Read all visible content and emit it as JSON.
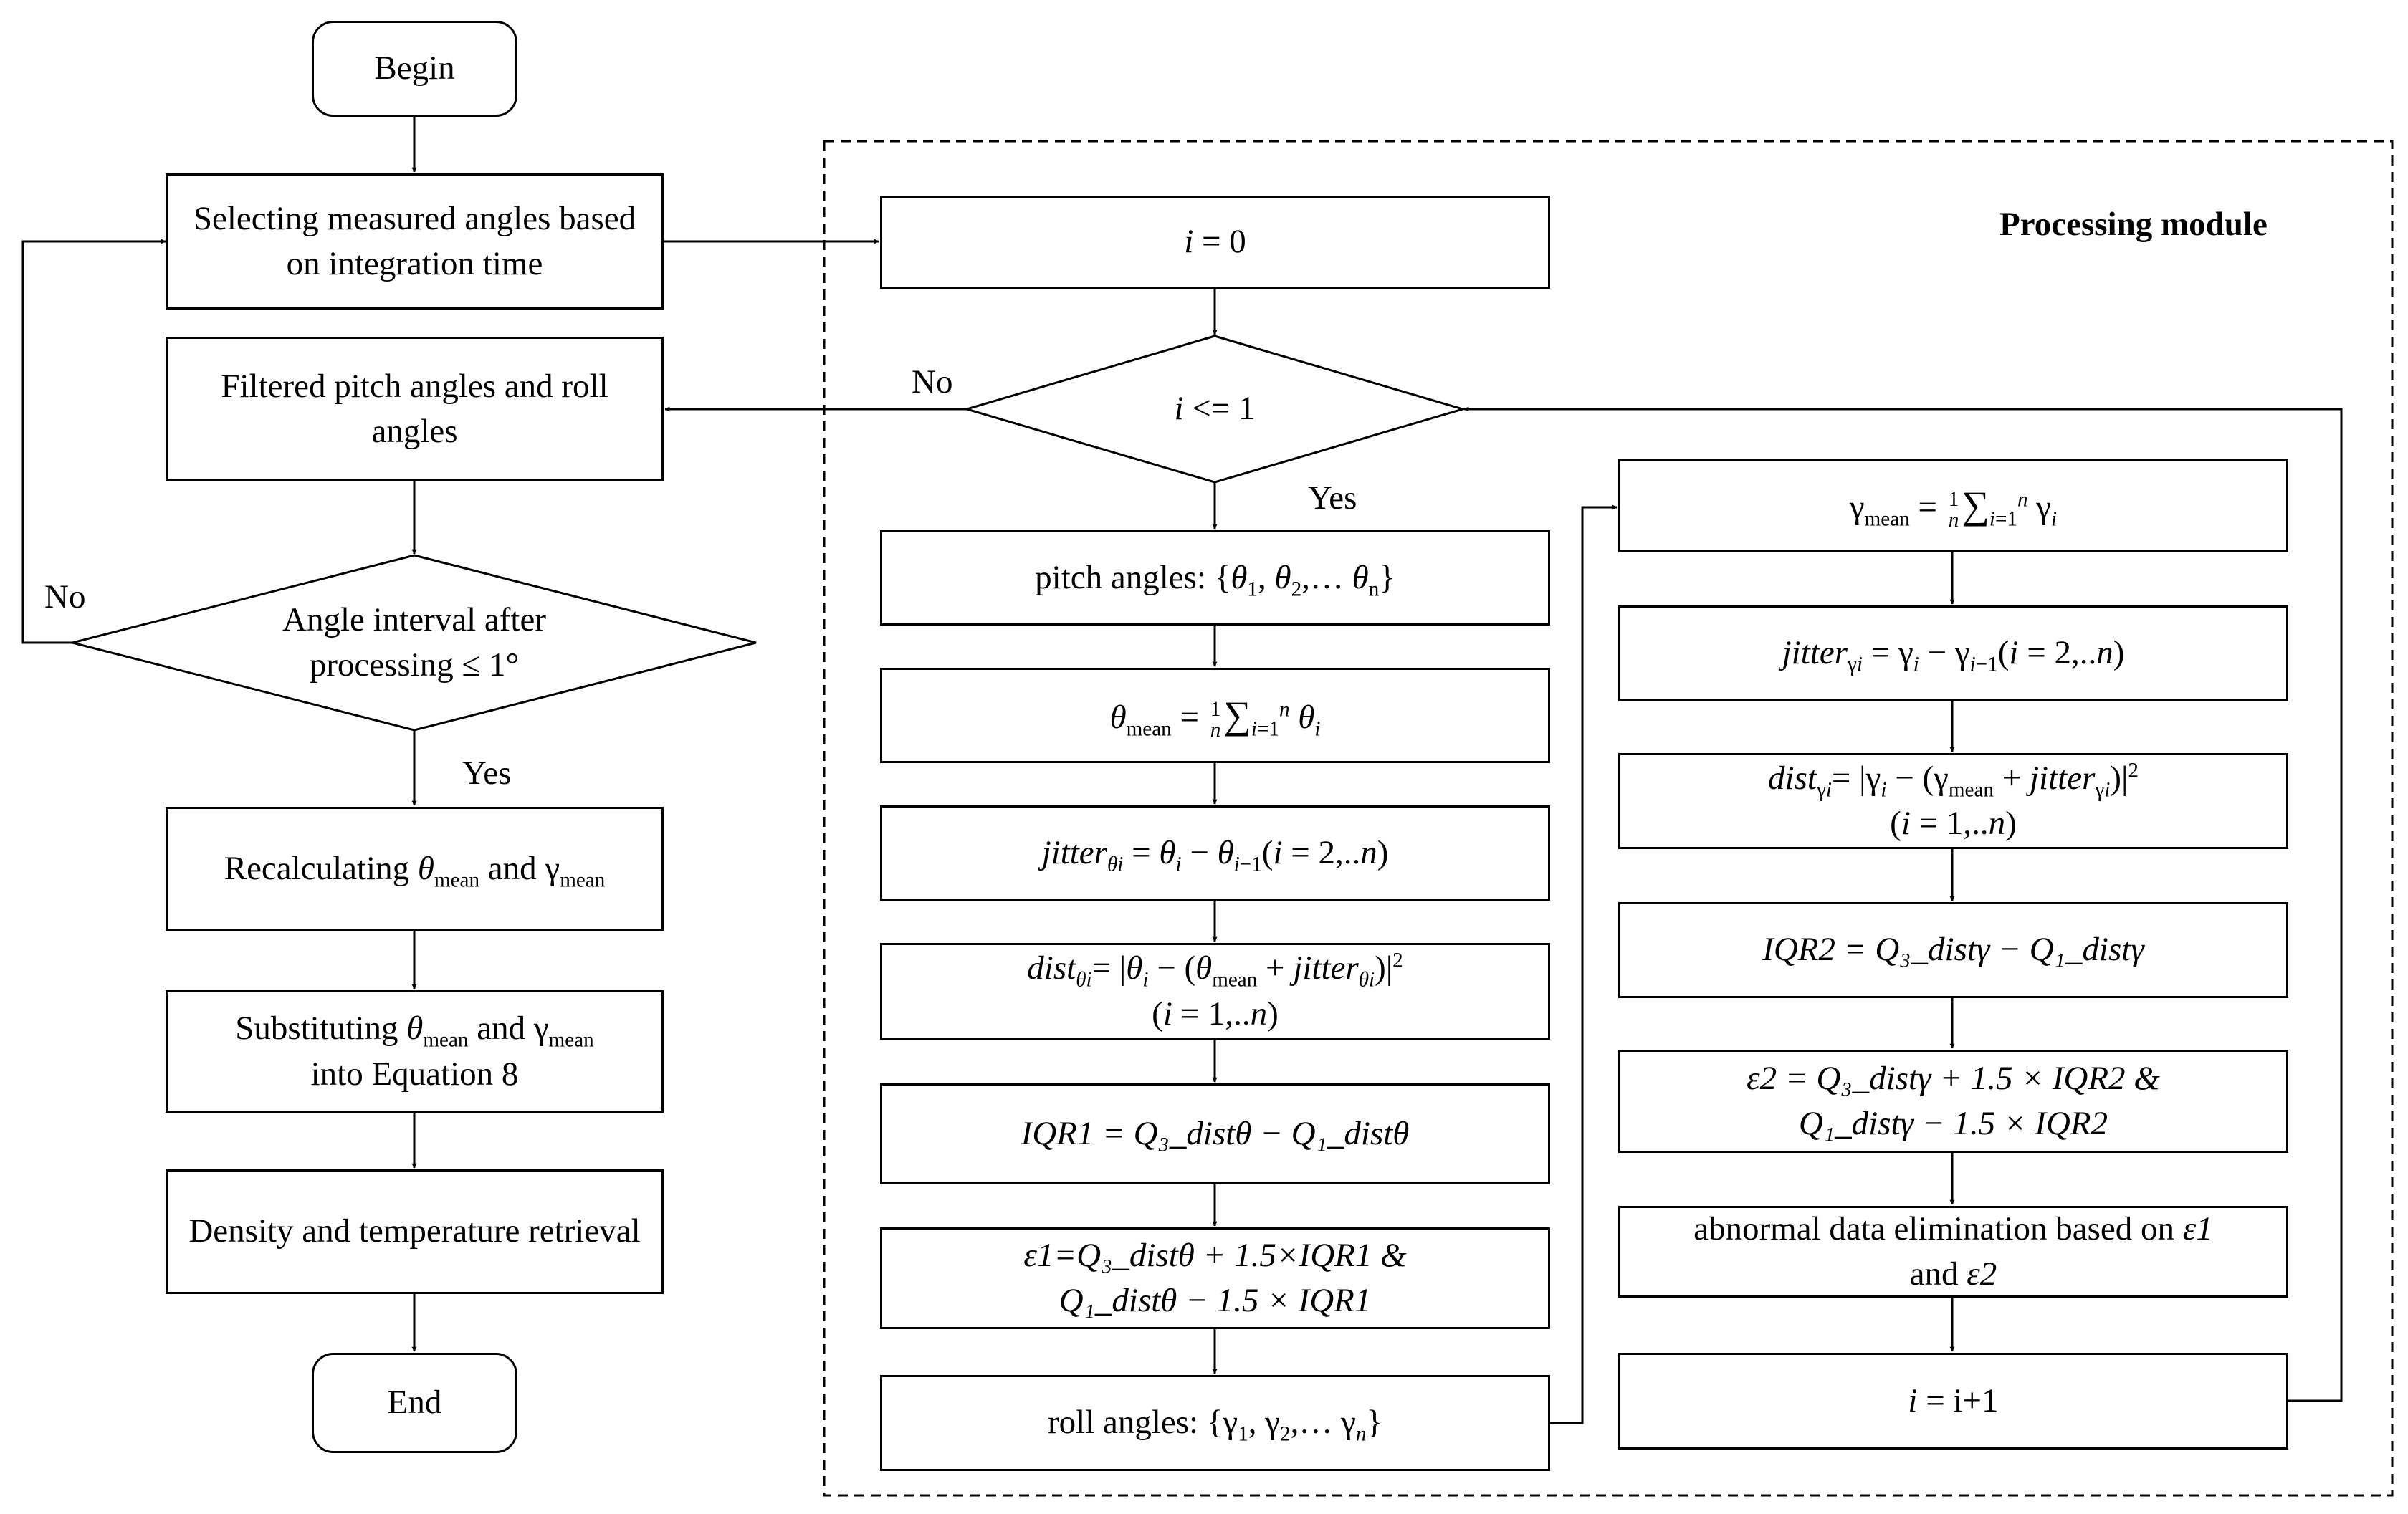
{
  "title": "Processing module",
  "labels": {
    "no_1": "No",
    "no_2": "No",
    "yes_1": "Yes",
    "yes_2": "Yes"
  },
  "left": {
    "begin": "Begin",
    "select": "Selecting measured angles based on integration time",
    "filtered": "Filtered pitch angles and roll angles",
    "decision": "Angle interval after processing ≤ 1°",
    "recalc_a": "Recalculating ",
    "recalc_and": " and ",
    "substitute_a": "Substituting ",
    "substitute_and": " and ",
    "substitute_b": "into Equation 8",
    "density": "Density and temperature retrieval",
    "end": "End"
  },
  "mid": {
    "init": "= 0",
    "decision": "<= 1",
    "pitch_prefix": "pitch angles: ",
    "roll_prefix": "roll angles: ",
    "iqr1": "IQR1 = Q₃_distθ − Q₁_distθ",
    "eps1_a": "ε1=Q₃_distθ + 1.5×IQR1 &",
    "eps1_b": "Q₁_distθ − 1.5 × IQR1"
  },
  "right": {
    "iqr2": "IQR2 = Q₃_distγ − Q₁_distγ",
    "eps2_a": "ε2 = Q₃_distγ + 1.5 × IQR2 &",
    "eps2_b": "Q₁_distγ − 1.5 × IQR2",
    "abnormal_a": "abnormal data elimination based on ",
    "abnormal_e1": "ε1",
    "abnormal_b": "and ",
    "abnormal_e2": "ε2",
    "increment": "= i+1"
  }
}
